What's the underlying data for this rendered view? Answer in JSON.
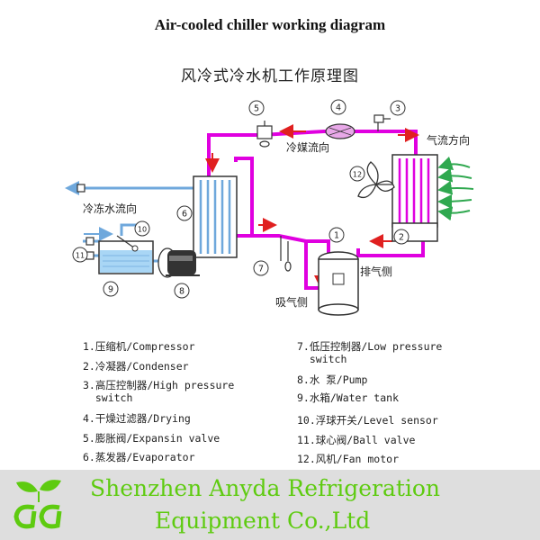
{
  "title_en": "Air-cooled chiller working diagram",
  "title_zh": "风冷式冷水机工作原理图",
  "diagram": {
    "label_refrigerant_flow": "冷媒流向",
    "label_air_flow": "气流方向",
    "label_chilled_water_flow": "冷冻水流向",
    "label_discharge": "排气侧",
    "label_suction": "吸气侧",
    "num_1": "1",
    "num_2": "2",
    "num_3": "3",
    "num_4": "4",
    "num_5": "5",
    "num_6": "6",
    "num_7": "7",
    "num_8": "8",
    "num_9": "9",
    "num_10": "10",
    "num_11": "11",
    "num_12": "12",
    "colors": {
      "refrigerant_pipe": "#e000e0",
      "water_pipe": "#6fa8dc",
      "arrow": "#e02020",
      "air": "#2fa84f",
      "tank_water": "#a9d6f5"
    }
  },
  "legend": {
    "left": [
      "1.压缩机/Compressor",
      "2.冷凝器/Condenser",
      "3.高压控制器/High pressure",
      "  switch",
      "4.干燥过滤器/Drying",
      "5.膨胀阀/Expansin valve",
      "6.蒸发器/Evaporator"
    ],
    "right": [
      "7.低压控制器/Low pressure",
      "  switch",
      "8.水 泵/Pump",
      "9.水箱/Water tank",
      "10.浮球开关/Level sensor",
      "11.球心阀/Ball valve",
      "12.风机/Fan motor"
    ]
  },
  "footer": {
    "company_line1": "Shenzhen Anyda Refrigeration",
    "company_line2": "Equipment Co.,Ltd",
    "logo_color": "#5ecb10"
  }
}
